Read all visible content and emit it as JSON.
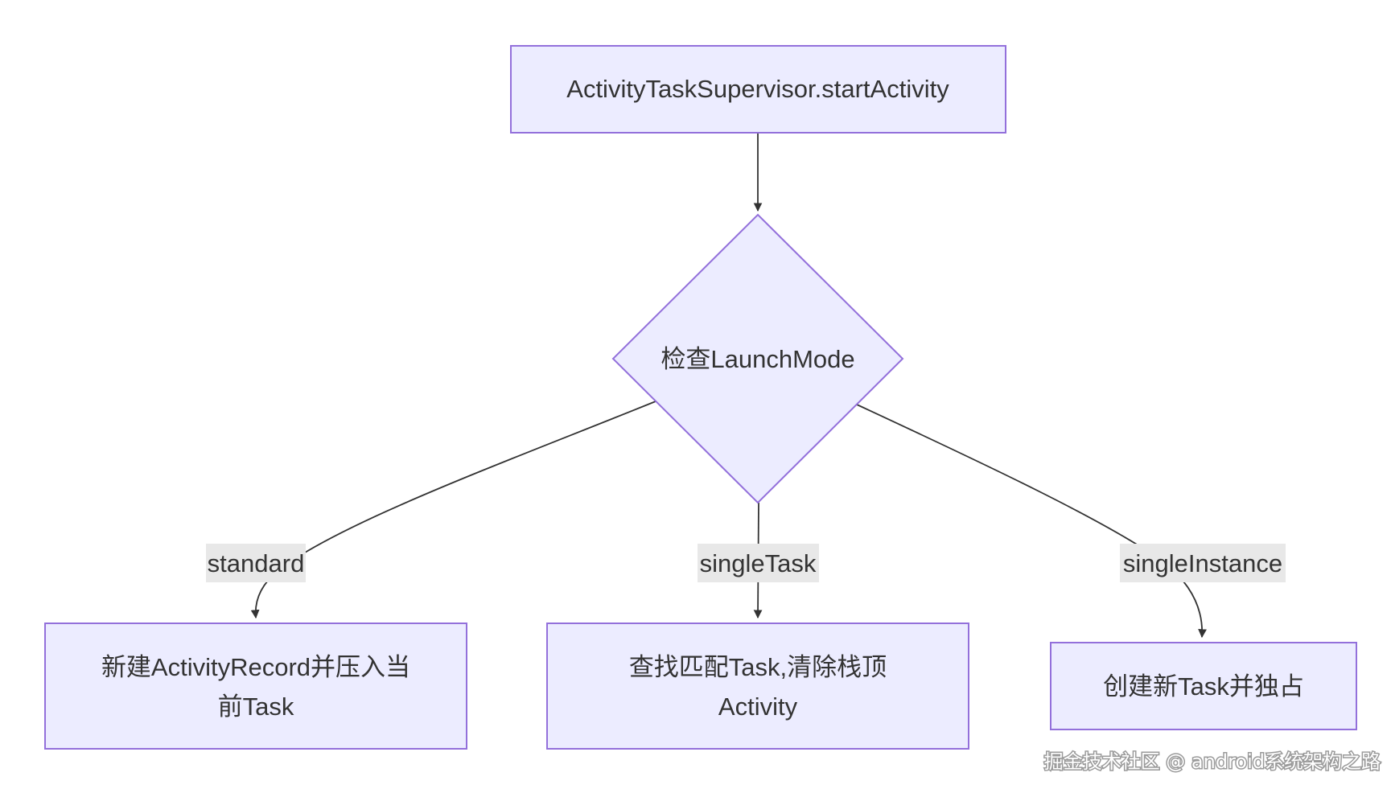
{
  "nodes": {
    "start": {
      "label": "ActivityTaskSupervisor.startActivity"
    },
    "decision": {
      "label": "检查LaunchMode"
    },
    "standard_target": {
      "line1": "新建ActivityRecord并压入当",
      "line2": "前Task"
    },
    "singletask_target": {
      "line1": "查找匹配Task,清除栈顶",
      "line2": "Activity"
    },
    "singleinstance_target": {
      "label": "创建新Task并独占"
    }
  },
  "edges": {
    "standard": {
      "label": "standard"
    },
    "singletask": {
      "label": "singleTask"
    },
    "singleinstance": {
      "label": "singleInstance"
    }
  },
  "watermark": {
    "text": "掘金技术社区 @ android系统架构之路"
  },
  "colors": {
    "node_fill": "#ECECFF",
    "node_stroke": "#9370DB",
    "edge": "#333333",
    "edge_label_bg": "#e8e8e8",
    "text": "#333333"
  }
}
